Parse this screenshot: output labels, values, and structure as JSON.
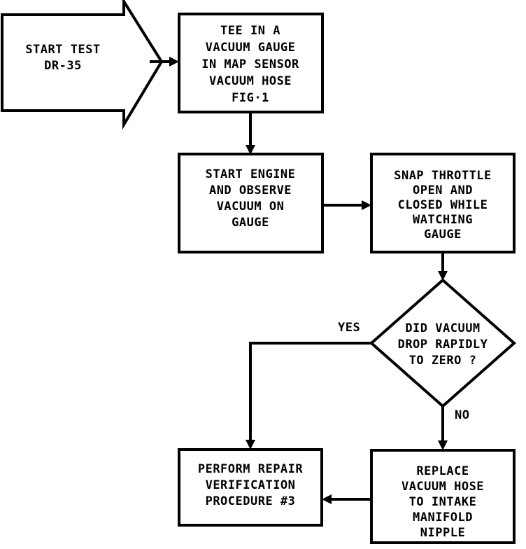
{
  "chart_data": {
    "type": "diagram",
    "title": "START TEST DR-35 Vacuum Diagnostic Flowchart",
    "nodes": [
      {
        "id": "start",
        "shape": "arrow-pentagon",
        "lines": [
          "START TEST",
          "DR-35"
        ]
      },
      {
        "id": "tee-gauge",
        "shape": "process",
        "lines": [
          "TEE IN A",
          "VACUUM GAUGE",
          "IN MAP SENSOR",
          "VACUUM HOSE",
          "FIG·1"
        ]
      },
      {
        "id": "start-engine",
        "shape": "process",
        "lines": [
          "START ENGINE",
          "AND OBSERVE",
          "VACUUM ON",
          "GAUGE"
        ]
      },
      {
        "id": "snap-throttle",
        "shape": "process",
        "lines": [
          "SNAP THROTTLE",
          "OPEN AND",
          "CLOSED WHILE",
          "WATCHING",
          "GAUGE"
        ]
      },
      {
        "id": "decision-vacuum-drop",
        "shape": "decision",
        "lines": [
          "DID VACUUM",
          "DROP RAPIDLY",
          "TO ZERO ?"
        ]
      },
      {
        "id": "perform-repair",
        "shape": "process",
        "lines": [
          "PERFORM REPAIR",
          "VERIFICATION",
          "PROCEDURE #3"
        ]
      },
      {
        "id": "replace-hose",
        "shape": "process",
        "lines": [
          "REPLACE",
          "VACUUM HOSE",
          "TO INTAKE",
          "MANIFOLD",
          "NIPPLE"
        ]
      }
    ],
    "edges": [
      {
        "id": "e1",
        "from": "start",
        "to": "tee-gauge",
        "label": ""
      },
      {
        "id": "e2",
        "from": "tee-gauge",
        "to": "start-engine",
        "label": ""
      },
      {
        "id": "e3",
        "from": "start-engine",
        "to": "snap-throttle",
        "label": ""
      },
      {
        "id": "e4",
        "from": "snap-throttle",
        "to": "decision-vacuum-drop",
        "label": ""
      },
      {
        "id": "e5",
        "from": "decision-vacuum-drop",
        "to": "perform-repair",
        "label": "YES"
      },
      {
        "id": "e6",
        "from": "decision-vacuum-drop",
        "to": "replace-hose",
        "label": "NO"
      },
      {
        "id": "e7",
        "from": "replace-hose",
        "to": "perform-repair",
        "label": ""
      }
    ],
    "colors": {
      "background": "#ffffff",
      "stroke": "#000000",
      "text": "#000000",
      "fill": "#ffffff"
    }
  },
  "labels": {
    "yes": "YES",
    "no": "NO"
  },
  "node_text": {
    "start": {
      "l0": "START TEST",
      "l1": "DR-35"
    },
    "tee_gauge": {
      "l0": "TEE IN A",
      "l1": "VACUUM GAUGE",
      "l2": "IN MAP SENSOR",
      "l3": "VACUUM HOSE",
      "l4": "FIG·1"
    },
    "start_engine": {
      "l0": "START ENGINE",
      "l1": "AND OBSERVE",
      "l2": "VACUUM ON",
      "l3": "GAUGE"
    },
    "snap_throttle": {
      "l0": "SNAP THROTTLE",
      "l1": "OPEN AND",
      "l2": "CLOSED WHILE",
      "l3": "WATCHING",
      "l4": "GAUGE"
    },
    "decision": {
      "l0": "DID VACUUM",
      "l1": "DROP RAPIDLY",
      "l2": "TO ZERO ?"
    },
    "perform_repair": {
      "l0": "PERFORM REPAIR",
      "l1": "VERIFICATION",
      "l2": "PROCEDURE #3"
    },
    "replace_hose": {
      "l0": "REPLACE",
      "l1": "VACUUM HOSE",
      "l2": "TO INTAKE",
      "l3": "MANIFOLD",
      "l4": "NIPPLE"
    }
  }
}
